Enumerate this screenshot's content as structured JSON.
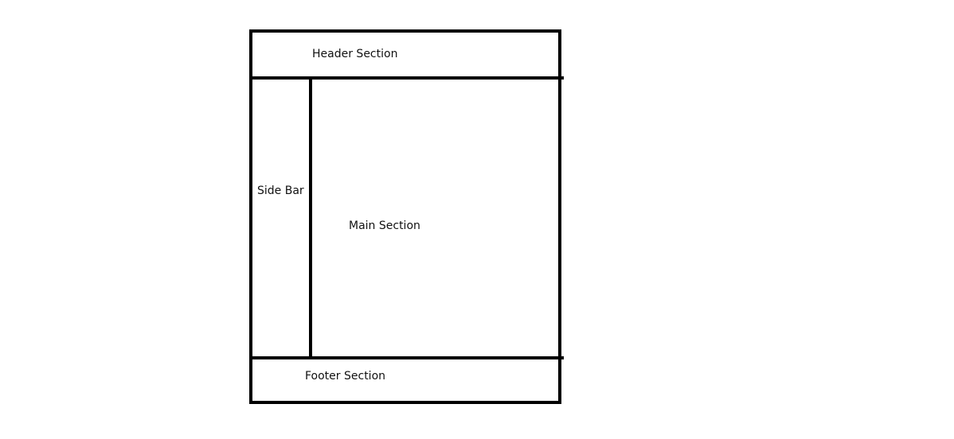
{
  "diagram": {
    "header_label": "Header Section",
    "sidebar_label": "Side Bar",
    "main_label": "Main Section",
    "footer_label": "Footer Section"
  }
}
